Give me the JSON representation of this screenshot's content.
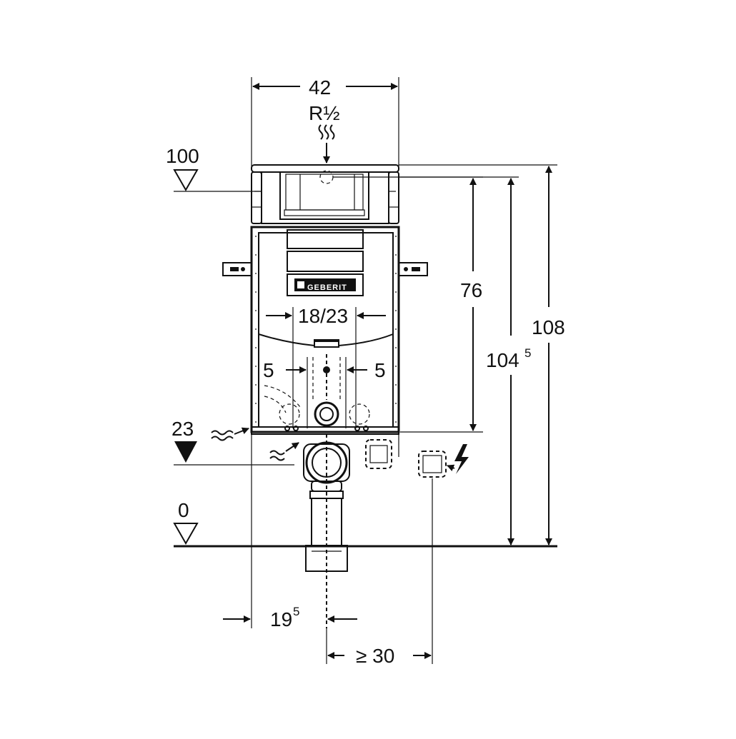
{
  "diagram": {
    "top_width": "42",
    "supply_connection": "R½",
    "level_100": "100",
    "level_23": "23",
    "level_0": "0",
    "height_76": "76",
    "height_104_main": "104",
    "height_104_sup": "5",
    "height_108": "108",
    "actuation_width": "18/23",
    "offset_left": "5",
    "offset_right": "5",
    "drain_offset_main": "19",
    "drain_offset_sup": "5",
    "min_distance": "≥ 30",
    "brand_logo": "GEBERIT",
    "electrical_icon": "lightning-bolt-icon",
    "water_icon": "wavy-water-icon"
  }
}
